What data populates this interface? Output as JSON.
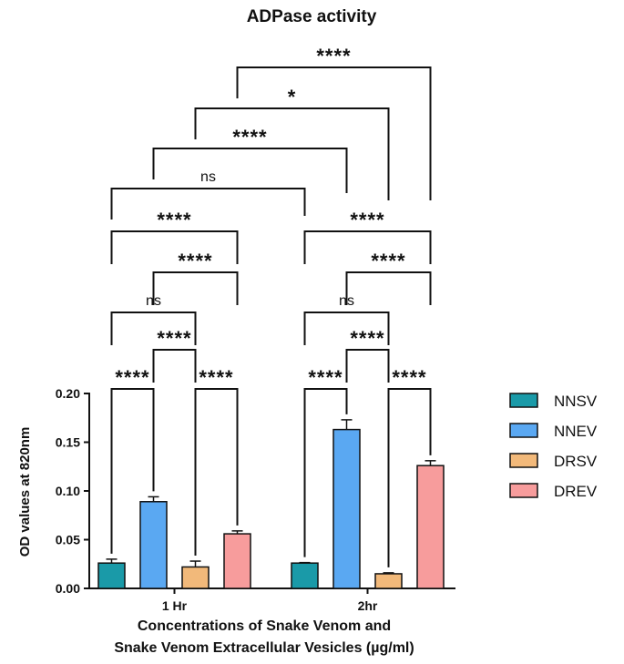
{
  "chart_data": {
    "type": "bar",
    "title": "ADPase activity",
    "xlabel_lines": [
      "Concentrations of Snake Venom and",
      "Snake Venom Extracellular Vesicles (µg/ml)"
    ],
    "ylabel": "OD values at 820nm",
    "ylim": [
      0,
      0.2
    ],
    "yticks": [
      "0.00",
      "0.05",
      "0.10",
      "0.15",
      "0.20"
    ],
    "grid": false,
    "legend_position": "right",
    "categories": [
      "1 Hr",
      "2hr"
    ],
    "series": [
      {
        "name": "NNSV",
        "color": "#1a9aa8",
        "values": [
          0.026,
          0.026
        ],
        "errors": [
          0.004,
          0.0005
        ]
      },
      {
        "name": "NNEV",
        "color": "#5aa8f2",
        "values": [
          0.089,
          0.163
        ],
        "errors": [
          0.005,
          0.01
        ]
      },
      {
        "name": "DRSV",
        "color": "#f2b97a",
        "values": [
          0.022,
          0.015
        ],
        "errors": [
          0.006,
          0.001
        ]
      },
      {
        "name": "DREV",
        "color": "#f79c9c",
        "values": [
          0.056,
          0.126
        ],
        "errors": [
          0.003,
          0.005
        ]
      }
    ],
    "comparisons": [
      {
        "group": 0,
        "from": 0,
        "to": 1,
        "label": "****",
        "level": 1
      },
      {
        "group": 0,
        "from": 2,
        "to": 3,
        "label": "****",
        "level": 1
      },
      {
        "group": 0,
        "from": 1,
        "to": 2,
        "label": "****",
        "level": 2
      },
      {
        "group": 0,
        "from": 0,
        "to": 2,
        "label": "ns",
        "level": 3
      },
      {
        "group": 0,
        "from": 1,
        "to": 3,
        "label": "****",
        "level": 4
      },
      {
        "group": 0,
        "from": 0,
        "to": 3,
        "label": "****",
        "level": 5
      },
      {
        "group": 1,
        "from": 0,
        "to": 1,
        "label": "****",
        "level": 1
      },
      {
        "group": 1,
        "from": 2,
        "to": 3,
        "label": "****",
        "level": 1
      },
      {
        "group": 1,
        "from": 1,
        "to": 2,
        "label": "****",
        "level": 2
      },
      {
        "group": 1,
        "from": 0,
        "to": 2,
        "label": "ns",
        "level": 3
      },
      {
        "group": 1,
        "from": 1,
        "to": 3,
        "label": "****",
        "level": 4
      },
      {
        "group": 1,
        "from": 0,
        "to": 3,
        "label": "****",
        "level": 5
      }
    ],
    "cross_comparisons": [
      {
        "series": 0,
        "label": "ns",
        "level": 6
      },
      {
        "series": 1,
        "label": "****",
        "level": 7
      },
      {
        "series": 2,
        "label": "*",
        "level": 8
      },
      {
        "series": 3,
        "label": "****",
        "level": 9
      }
    ]
  }
}
